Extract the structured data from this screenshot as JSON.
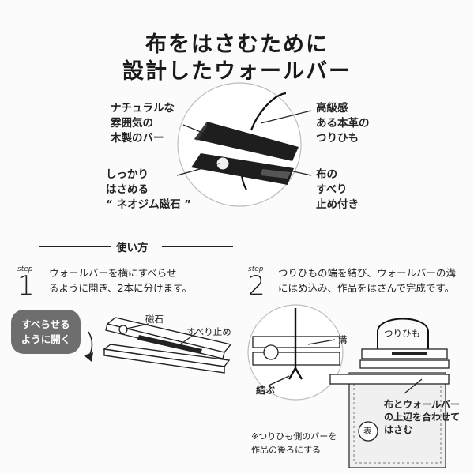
{
  "header": {
    "title_line1": "布をはさむために",
    "title_line2": "設計したウォールバー"
  },
  "features": {
    "natural_wood": [
      "ナチュラルな",
      "雰囲気の",
      "木製のバー"
    ],
    "magnet": [
      "しっかり",
      "はさめる",
      "“ ネオジム磁石 ”"
    ],
    "leather": [
      "高級感",
      "ある本革の",
      "つりひも"
    ],
    "non_slip": [
      "布の",
      "すべり",
      "止め付き"
    ]
  },
  "howto": {
    "section_title": "使い方",
    "step_tag": "step",
    "step1": {
      "number": "1",
      "text_line1": "ウォールバーを横にすべらせ",
      "text_line2": "るように開き、2本に分けます。",
      "bubble_line1": "すべらせる",
      "bubble_line2": "ように開く",
      "label_magnet": "磁石",
      "label_nonslip": "すべり止め"
    },
    "step2": {
      "number": "2",
      "text_line1": "つりひもの端を結び、ウォールバーの溝",
      "text_line2": "にはめ込み、作品をはさんで完成です。",
      "label_groove": "溝",
      "label_tie": "結ぶ",
      "label_strap": "つりひも",
      "label_align": [
        "布とウォールバー",
        "の上辺を合わせて",
        "はさむ"
      ],
      "label_front": "表",
      "note_line1": "※つりひも側のバーを",
      "note_line2": "作品の後ろにする"
    }
  }
}
